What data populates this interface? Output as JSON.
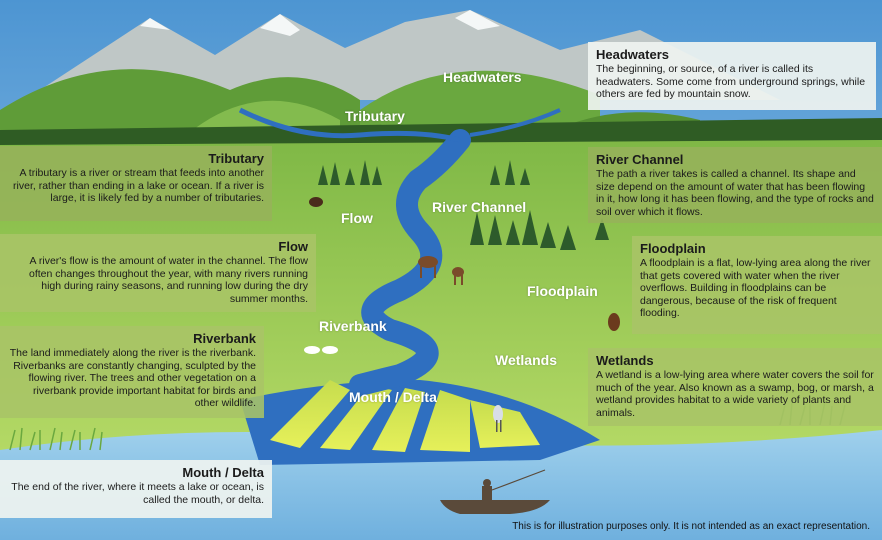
{
  "labels": {
    "headwaters": "Headwaters",
    "tributary": "Tributary",
    "flow": "Flow",
    "river_channel": "River Channel",
    "floodplain": "Floodplain",
    "riverbank": "Riverbank",
    "wetlands": "Wetlands",
    "mouth_delta": "Mouth / Delta"
  },
  "boxes": {
    "headwaters": {
      "title": "Headwaters",
      "text": "The beginning, or source, of a river is called its headwaters. Some come from underground springs, while others are fed by mountain snow."
    },
    "tributary": {
      "title": "Tributary",
      "text": "A tributary is a river or stream that feeds into another river, rather than ending in a lake or ocean. If a river is large, it is likely fed by a number of tributaries."
    },
    "river_channel": {
      "title": "River Channel",
      "text": "The path a river takes is called a channel.  Its shape and size depend on the amount of water that has been flowing in it, how long it has been flowing, and the type of rocks and soil over which it flows."
    },
    "flow": {
      "title": "Flow",
      "text": "A river's flow is the amount of water in the channel. The flow often changes throughout the year, with many rivers running high during rainy seasons, and running low during the dry summer months."
    },
    "floodplain": {
      "title": "Floodplain",
      "text": "A floodplain is a flat, low-lying area along the river that gets covered with water when the river overflows. Building in floodplains can be dangerous, because of the risk of frequent flooding."
    },
    "riverbank": {
      "title": "Riverbank",
      "text": "The land immediately along the river is the riverbank. Riverbanks are constantly changing, sculpted by the flowing river. The trees and other vegetation on a riverbank provide important habitat for birds and other wildlife."
    },
    "wetlands": {
      "title": "Wetlands",
      "text": "A wetland is a low-lying area where water covers the soil for much of the year. Also known as a swamp, bog, or marsh, a wetland provides habitat to a wide variety of plants and animals."
    },
    "mouth_delta": {
      "title": "Mouth / Delta",
      "text": "The end of the river, where it meets a lake or ocean, is called the mouth, or delta."
    }
  },
  "disclaimer": "This is for illustration purposes only.  It is not intended as an exact representation.",
  "colors": {
    "sky": "#5aa0d6",
    "mountain": "#c9cec9",
    "hill": "#5f9c38",
    "grass": "#8cc44a",
    "river": "#2f6fc0",
    "lake": "#8cc6e6"
  }
}
